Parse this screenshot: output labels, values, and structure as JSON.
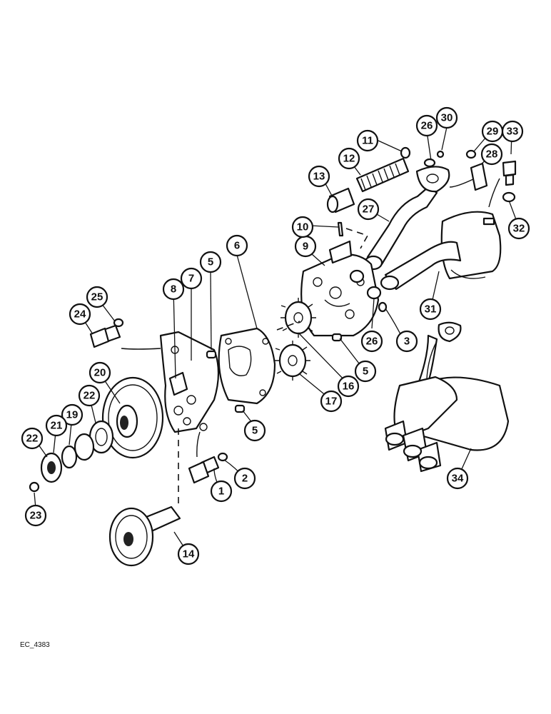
{
  "diagram": {
    "callouts": [
      "1",
      "2",
      "3",
      "5",
      "5",
      "5",
      "6",
      "7",
      "8",
      "9",
      "10",
      "11",
      "12",
      "13",
      "14",
      "16",
      "17",
      "19",
      "20",
      "21",
      "22",
      "22",
      "23",
      "24",
      "25",
      "26",
      "26",
      "27",
      "28",
      "29",
      "30",
      "31",
      "32",
      "33",
      "34"
    ],
    "reference_code": "EC_4383"
  }
}
